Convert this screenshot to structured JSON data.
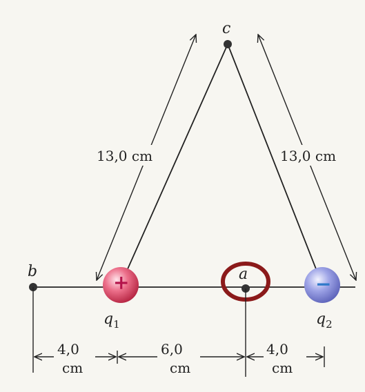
{
  "labels": {
    "point_c": "c",
    "point_b": "b",
    "point_a": "a",
    "q1": "q",
    "q1_sub": "1",
    "q2": "q",
    "q2_sub": "2",
    "q1_sign": "+",
    "q2_sign": "−"
  },
  "dimensions": {
    "left_side": "13,0 cm",
    "right_side": "13,0 cm",
    "b_to_q1_value": "4,0",
    "b_to_q1_unit": "cm",
    "q1_to_a_value": "6,0",
    "q1_to_a_unit": "cm",
    "a_to_q2_value": "4,0",
    "a_to_q2_unit": "cm"
  },
  "colors": {
    "q1_charge": "#d23a5a",
    "q2_charge": "#7f86d8",
    "highlight_circle": "#8b1a1a"
  }
}
